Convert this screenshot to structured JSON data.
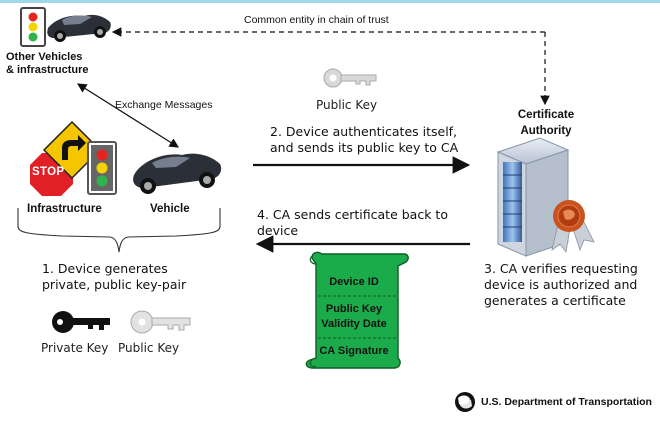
{
  "labels": {
    "other_vehicles_line1": "Other Vehicles",
    "other_vehicles_line2": "& infrastructure",
    "common_entity": "Common entity in chain of trust",
    "exchange_messages": "Exchange Messages",
    "public_key_top": "Public Key",
    "certificate_authority_line1": "Certificate",
    "certificate_authority_line2": "Authority",
    "infrastructure": "Infrastructure",
    "vehicle": "Vehicle",
    "stop_sign": "STOP",
    "step2_line1": "2. Device authenticates itself,",
    "step2_line2": "and sends its public key to CA",
    "step4_line1": "4. CA sends certificate back to",
    "step4_line2": "device",
    "step1_line1": "1. Device generates",
    "step1_line2": "private, public key-pair",
    "step3_line1": "3.  CA verifies requesting",
    "step3_line2": "device is authorized and",
    "step3_line3": "generates a certificate",
    "private_key": "Private Key",
    "public_key_bottom": "Public Key",
    "certificate_fields": [
      "Device ID",
      "Public Key",
      "Validity Date",
      "CA Signature"
    ],
    "footer": "U.S. Department of Transportation"
  },
  "colors": {
    "certificate_green": "#1cab4b",
    "arrow_black": "#111111",
    "top_line": "#9fd8ec"
  },
  "icons": [
    "traffic-light-icon",
    "car-icon",
    "stop-sign-icon",
    "turn-sign-icon",
    "key-icon",
    "server-icon",
    "certificate-seal-icon",
    "dot-logo-icon"
  ]
}
